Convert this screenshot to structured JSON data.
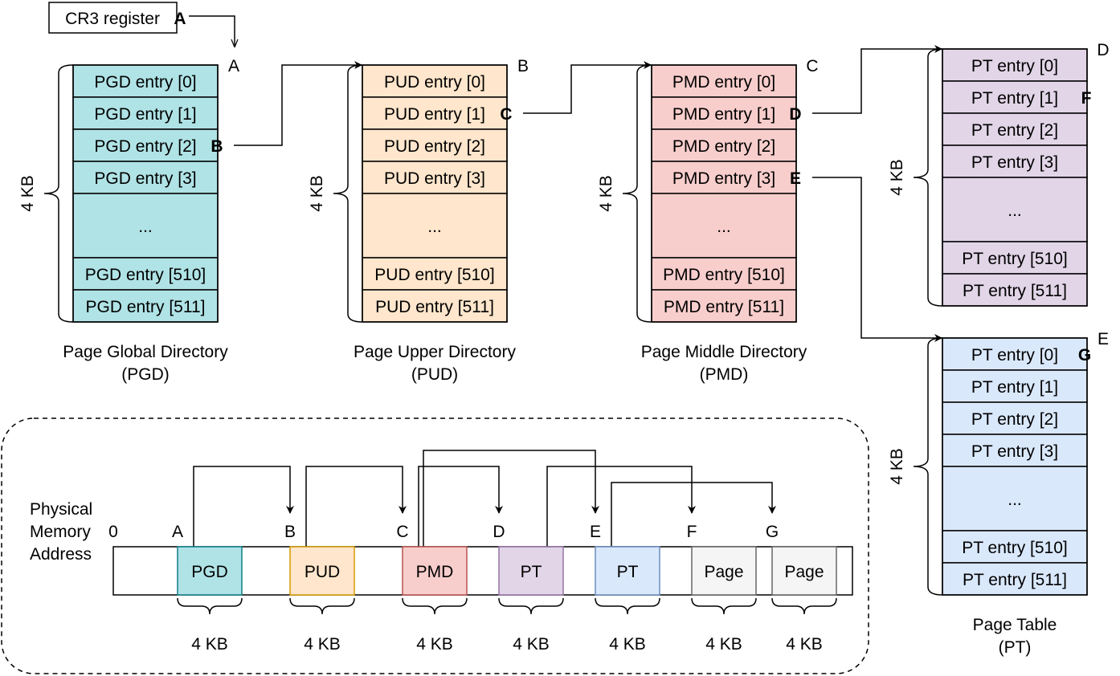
{
  "cr3": {
    "label": "CR3 register",
    "mark": "A"
  },
  "tables": [
    {
      "name": "Page Global Directory",
      "abbr": "(PGD)",
      "corner": "A",
      "size": "4 KB",
      "fill": "#b0e3e6",
      "stroke": "#0e8088",
      "entries": [
        "PGD entry [0]",
        "PGD entry [1]",
        "PGD entry [2]",
        "PGD entry [3]",
        "...",
        "PGD entry [510]",
        "PGD entry [511]"
      ],
      "marks": [
        {
          "entry": 2,
          "label": "B"
        }
      ]
    },
    {
      "name": "Page Upper Directory",
      "abbr": "(PUD)",
      "corner": "B",
      "size": "4 KB",
      "fill": "#ffe6cc",
      "stroke": "#d79b00",
      "entries": [
        "PUD entry [0]",
        "PUD entry [1]",
        "PUD entry [2]",
        "PUD entry [3]",
        "...",
        "PUD entry [510]",
        "PUD entry [511]"
      ],
      "marks": [
        {
          "entry": 1,
          "label": "C"
        }
      ]
    },
    {
      "name": "Page Middle Directory",
      "abbr": "(PMD)",
      "corner": "C",
      "size": "4 KB",
      "fill": "#f8cecc",
      "stroke": "#b85450",
      "entries": [
        "PMD entry [0]",
        "PMD entry [1]",
        "PMD entry [2]",
        "PMD entry [3]",
        "...",
        "PMD entry [510]",
        "PMD entry [511]"
      ],
      "marks": [
        {
          "entry": 1,
          "label": "D"
        },
        {
          "entry": 3,
          "label": "E"
        }
      ]
    },
    {
      "name": "",
      "abbr": "",
      "corner": "D",
      "size": "4 KB",
      "fill": "#e1d5e7",
      "stroke": "#9673a6",
      "entries": [
        "PT entry [0]",
        "PT entry [1]",
        "PT entry [2]",
        "PT entry [3]",
        "...",
        "PT entry [510]",
        "PT entry [511]"
      ],
      "marks": [
        {
          "entry": 1,
          "label": "F"
        }
      ]
    },
    {
      "name": "Page Table",
      "abbr": "(PT)",
      "corner": "E",
      "size": "4 KB",
      "fill": "#dae8fc",
      "stroke": "#6c8ebf",
      "entries": [
        "PT entry [0]",
        "PT entry [1]",
        "PT entry [2]",
        "PT entry [3]",
        "...",
        "PT entry [510]",
        "PT entry [511]"
      ],
      "marks": [
        {
          "entry": 0,
          "label": "G"
        }
      ]
    }
  ],
  "memory": {
    "axis_label": [
      "Physical",
      "Memory",
      "Address"
    ],
    "origin": "0",
    "blocks": [
      {
        "label": "PGD",
        "letter": "A",
        "size": "4 KB",
        "fill": "#b0e3e6",
        "stroke": "#0e8088"
      },
      {
        "label": "PUD",
        "letter": "B",
        "size": "4 KB",
        "fill": "#ffe6cc",
        "stroke": "#d79b00"
      },
      {
        "label": "PMD",
        "letter": "C",
        "size": "4 KB",
        "fill": "#f8cecc",
        "stroke": "#b85450"
      },
      {
        "label": "PT",
        "letter": "D",
        "size": "4 KB",
        "fill": "#e1d5e7",
        "stroke": "#9673a6"
      },
      {
        "label": "PT",
        "letter": "E",
        "size": "4 KB",
        "fill": "#dae8fc",
        "stroke": "#6c8ebf"
      },
      {
        "label": "Page",
        "letter": "F",
        "size": "4 KB",
        "fill": "#f5f5f5",
        "stroke": "#666666"
      },
      {
        "label": "Page",
        "letter": "G",
        "size": "4 KB",
        "fill": "#f5f5f5",
        "stroke": "#666666"
      }
    ]
  }
}
